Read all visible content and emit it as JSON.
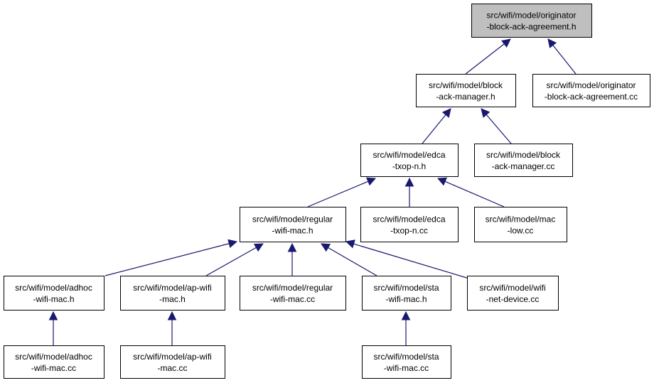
{
  "colors": {
    "edge": "#191970",
    "root_fill": "#bfbfbf",
    "node_fill": "#ffffff",
    "border": "#000000"
  },
  "nodes": [
    {
      "id": "originator-h",
      "lines": [
        "src/wifi/model/originator",
        "-block-ack-agreement.h"
      ],
      "root": true
    },
    {
      "id": "bam-h",
      "lines": [
        "src/wifi/model/block",
        "-ack-manager.h"
      ]
    },
    {
      "id": "originator-cc",
      "lines": [
        "src/wifi/model/originator",
        "-block-ack-agreement.cc"
      ]
    },
    {
      "id": "edca-h",
      "lines": [
        "src/wifi/model/edca",
        "-txop-n.h"
      ]
    },
    {
      "id": "bam-cc",
      "lines": [
        "src/wifi/model/block",
        "-ack-manager.cc"
      ]
    },
    {
      "id": "regular-h",
      "lines": [
        "src/wifi/model/regular",
        "-wifi-mac.h"
      ]
    },
    {
      "id": "edca-cc",
      "lines": [
        "src/wifi/model/edca",
        "-txop-n.cc"
      ]
    },
    {
      "id": "maclow-cc",
      "lines": [
        "src/wifi/model/mac",
        "-low.cc"
      ]
    },
    {
      "id": "adhoc-h",
      "lines": [
        "src/wifi/model/adhoc",
        "-wifi-mac.h"
      ]
    },
    {
      "id": "ap-h",
      "lines": [
        "src/wifi/model/ap-wifi",
        "-mac.h"
      ]
    },
    {
      "id": "regular-cc",
      "lines": [
        "src/wifi/model/regular",
        "-wifi-mac.cc"
      ]
    },
    {
      "id": "sta-h",
      "lines": [
        "src/wifi/model/sta",
        "-wifi-mac.h"
      ]
    },
    {
      "id": "netdev-cc",
      "lines": [
        "src/wifi/model/wifi",
        "-net-device.cc"
      ]
    },
    {
      "id": "adhoc-cc",
      "lines": [
        "src/wifi/model/adhoc",
        "-wifi-mac.cc"
      ]
    },
    {
      "id": "ap-cc",
      "lines": [
        "src/wifi/model/ap-wifi",
        "-mac.cc"
      ]
    },
    {
      "id": "sta-cc",
      "lines": [
        "src/wifi/model/sta",
        "-wifi-mac.cc"
      ]
    }
  ],
  "edges": [
    {
      "from": "bam-h",
      "to": "originator-h"
    },
    {
      "from": "originator-cc",
      "to": "originator-h"
    },
    {
      "from": "edca-h",
      "to": "bam-h"
    },
    {
      "from": "bam-cc",
      "to": "bam-h"
    },
    {
      "from": "regular-h",
      "to": "edca-h"
    },
    {
      "from": "edca-cc",
      "to": "edca-h"
    },
    {
      "from": "maclow-cc",
      "to": "edca-h"
    },
    {
      "from": "adhoc-h",
      "to": "regular-h"
    },
    {
      "from": "ap-h",
      "to": "regular-h"
    },
    {
      "from": "regular-cc",
      "to": "regular-h"
    },
    {
      "from": "sta-h",
      "to": "regular-h"
    },
    {
      "from": "netdev-cc",
      "to": "regular-h"
    },
    {
      "from": "adhoc-cc",
      "to": "adhoc-h"
    },
    {
      "from": "ap-cc",
      "to": "ap-h"
    },
    {
      "from": "sta-cc",
      "to": "sta-h"
    }
  ]
}
